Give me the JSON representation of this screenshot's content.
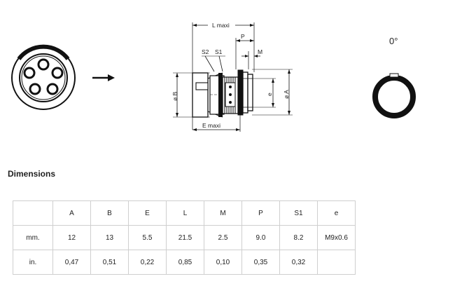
{
  "drawing": {
    "labels": {
      "l_maxi": "L maxi",
      "p": "P",
      "s2": "S2",
      "s1": "S1",
      "m": "M",
      "dia_b": "ø B",
      "e": "e",
      "dia_a": "ø A",
      "e_maxi": "E maxi"
    },
    "orientation": "0°"
  },
  "dimensions": {
    "title": "Dimensions",
    "headers": [
      "",
      "A",
      "B",
      "E",
      "L",
      "M",
      "P",
      "S1",
      "e"
    ],
    "rows": [
      [
        "mm.",
        "12",
        "13",
        "5.5",
        "21.5",
        "2.5",
        "9.0",
        "8.2",
        "M9x0.6"
      ],
      [
        "in.",
        "0,47",
        "0,51",
        "0,22",
        "0,85",
        "0,10",
        "0,35",
        "0,32",
        ""
      ]
    ]
  }
}
